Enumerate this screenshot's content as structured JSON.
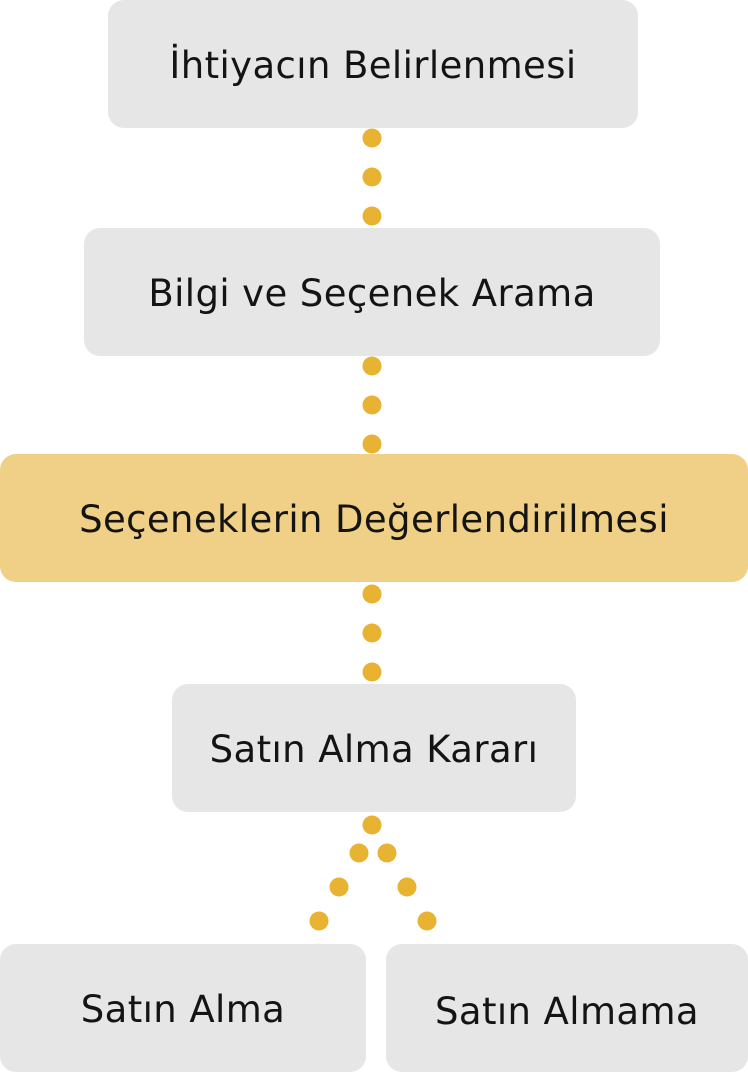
{
  "steps": [
    {
      "label": "İhtiyacın Belirlenmesi"
    },
    {
      "label": "Bilgi ve Seçenek Arama"
    },
    {
      "label": "Seçeneklerin Değerlendirilmesi"
    },
    {
      "label": "Satın Alma Kararı"
    }
  ],
  "outcomes": [
    {
      "label": "Satın Alma"
    },
    {
      "label": "Satın Almama"
    }
  ],
  "colors": {
    "box_fill": "#e6e6e6",
    "highlight_fill": "#efd086",
    "connector_dot": "#e8b233",
    "text": "#141414"
  }
}
